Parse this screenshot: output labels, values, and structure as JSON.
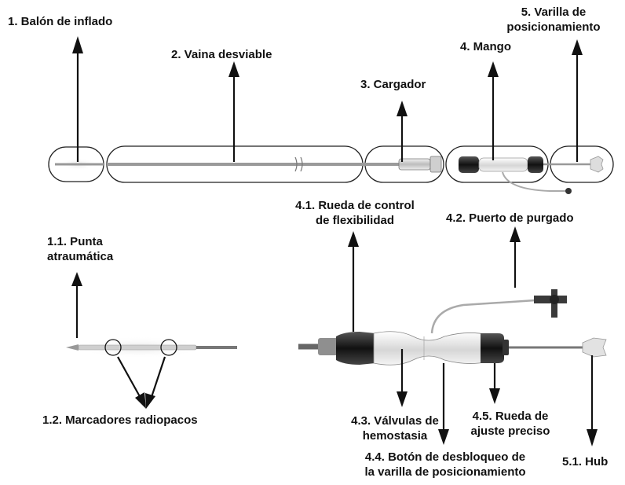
{
  "labels": {
    "balloon": "1. Balón de inflado",
    "sheath": "2. Vaina desviable",
    "loader": "3. Cargador",
    "handle": "4. Mango",
    "rod_line1": "5. Varilla de",
    "rod_line2": "posicionamiento",
    "tip_line1": "1.1. Punta",
    "tip_line2": "atraumática",
    "markers": "1.2. Marcadores radiopacos",
    "flex_line1": "4.1. Rueda de control",
    "flex_line2": "de flexibilidad",
    "purge": "4.2. Puerto de purgado",
    "valves_line1": "4.3. Válvulas de",
    "valves_line2": "hemostasia",
    "release_line1": "4.4. Botón de desbloqueo de",
    "release_line2": "la varilla de posicionamiento",
    "fine_line1": "4.5. Rueda de",
    "fine_line2": "ajuste preciso",
    "hub": "5.1. Hub"
  },
  "colors": {
    "ink": "#111111",
    "device_light": "#d9d9d9",
    "device_dark": "#1c1c1c"
  }
}
